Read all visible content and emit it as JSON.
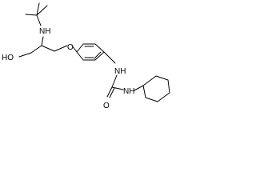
{
  "structure": {
    "atom_labels": {
      "amine_nh": "NH",
      "hydroxyl": "HO",
      "ether_oxygen": "O",
      "urea_nh_aryl": "NH",
      "urea_nh_cyclohexyl": "NH",
      "carbonyl_oxygen": "O"
    },
    "colors": {
      "bond": "#000000",
      "label": "#000000",
      "background": "#ffffff"
    }
  }
}
